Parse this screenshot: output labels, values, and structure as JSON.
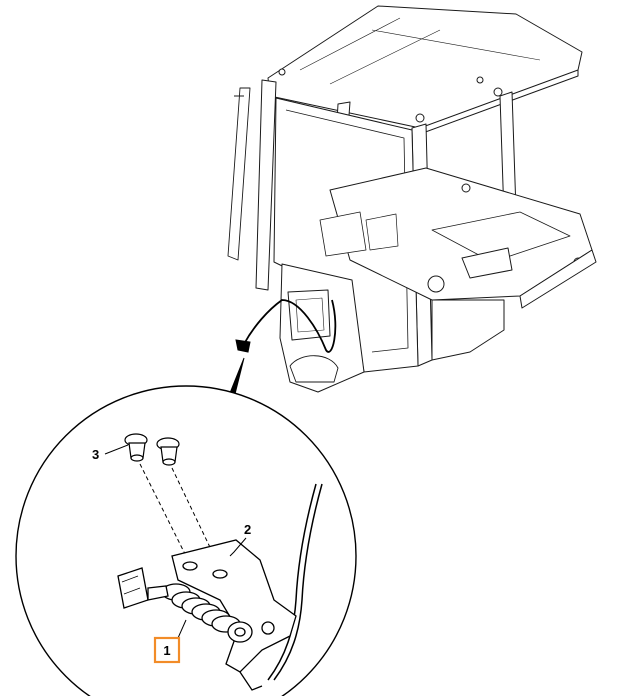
{
  "diagram": {
    "callouts": [
      {
        "id": "3",
        "label": "3"
      },
      {
        "id": "2",
        "label": "2"
      },
      {
        "id": "1",
        "label": "1",
        "highlighted": true
      }
    ],
    "highlight_color": "#f28c28",
    "line_color": "#000000"
  }
}
